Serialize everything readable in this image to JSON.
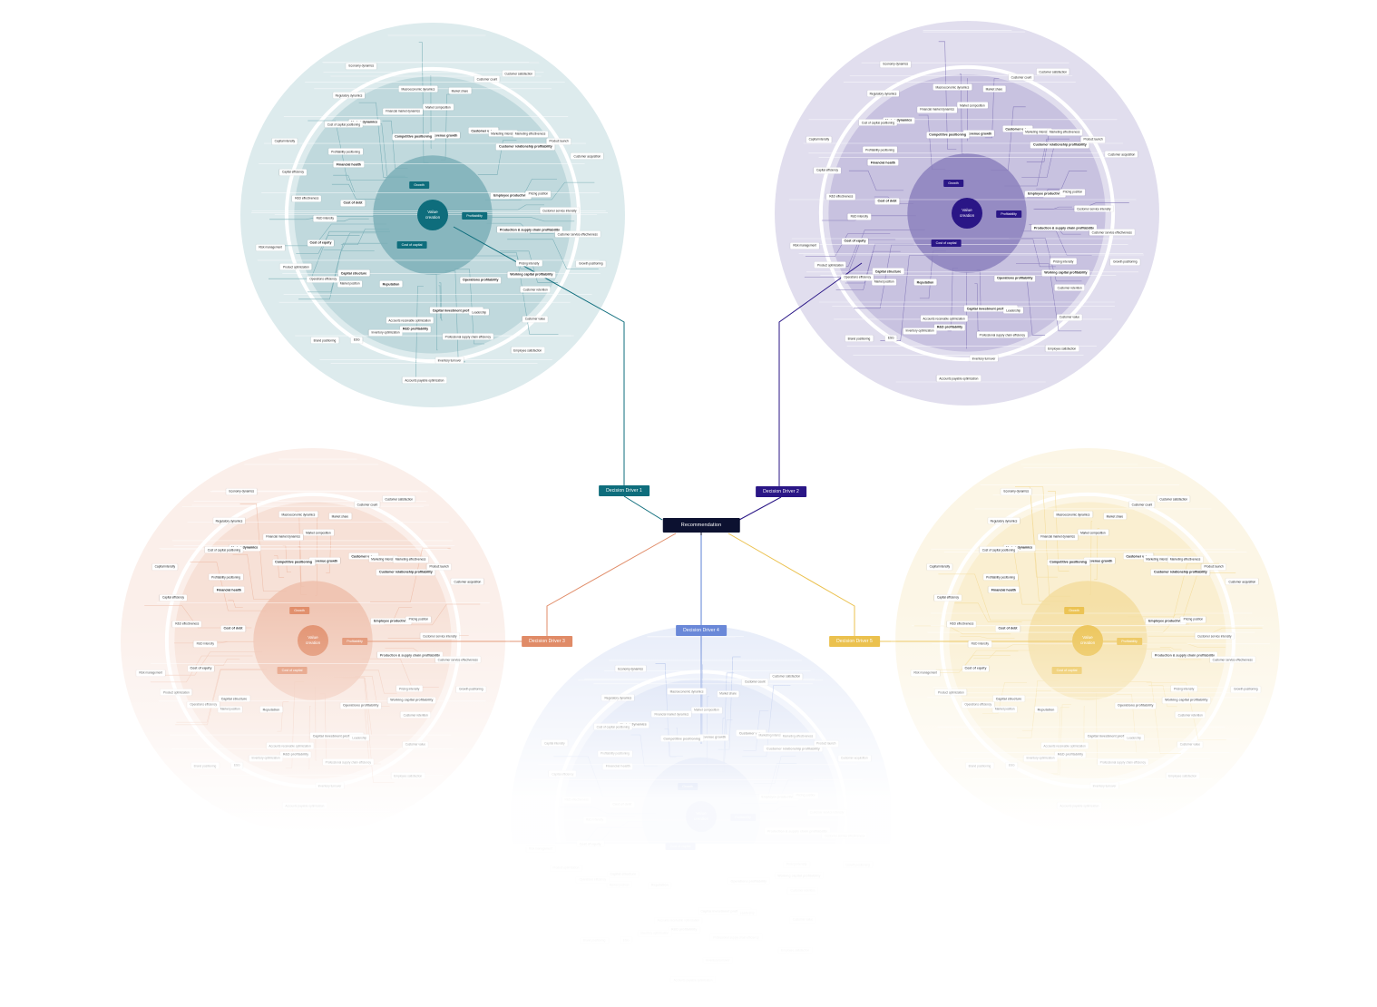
{
  "recommendation": "Recommendation",
  "drivers": [
    {
      "label": "Decision Driver 1",
      "color": "#0e6d7c"
    },
    {
      "label": "Decision Driver 2",
      "color": "#2a1686"
    },
    {
      "label": "Decision Driver 3",
      "color": "#e08b67"
    },
    {
      "label": "Decision Driver 4",
      "color": "#5e80d4"
    },
    {
      "label": "Decision Driver 5",
      "color": "#ebc14e"
    }
  ],
  "trees": [
    {
      "core": [
        "Value",
        "creation"
      ],
      "growth": "Growth",
      "profitability": "Profitability",
      "cost_of_capital": "Cost of capital",
      "color": "#0e6d7c"
    },
    {
      "core": [
        "Value",
        "creation"
      ],
      "growth": "Growth",
      "profitability": "Profitability",
      "cost_of_capital": "Cost of capital",
      "color": "#2a1686"
    },
    {
      "core": [
        "Value",
        "creation"
      ],
      "growth": "Growth",
      "profitability": "Profitability",
      "cost_of_capital": "Cost of capital",
      "color": "#e08b67"
    },
    {
      "core": [
        "Value",
        "creation"
      ],
      "growth": "Growth",
      "profitability": "Profitability",
      "cost_of_capital": "Cost of capital",
      "color": "#5e80d4"
    },
    {
      "core": [
        "Value",
        "creation"
      ],
      "growth": "Growth",
      "profitability": "Profitability",
      "cost_of_capital": "Cost of capital",
      "color": "#ebc14e"
    }
  ],
  "tree_labels": {
    "strong": [
      "Revenue growth",
      "Customer value",
      "Customer relationship profitability",
      "Employee productivity",
      "Production & supply chain profitability",
      "Working capital profitability",
      "Operations profitability",
      "Capital investment profitability",
      "R&D profitability",
      "Reputation",
      "Capital structure",
      "Cost of equity",
      "Cost of debt",
      "Financial health",
      "Market dynamics",
      "Competitive positioning"
    ],
    "normal": [
      "Market composition",
      "Market share",
      "Customer count",
      "Customer satisfaction",
      "Marketing intensity",
      "Marketing effectiveness",
      "Product launch",
      "Customer acquisition",
      "Pricing position",
      "Customer service intensity",
      "Customer service effectiveness",
      "Growth positioning",
      "Pricing intensity",
      "Customer retention",
      "Customer value",
      "Employee satisfaction",
      "Leadership",
      "Professional supply chain efficiency",
      "Inventory turnover",
      "Accounts payable optimization",
      "Accounts receivable optimization",
      "Inventory optimization",
      "ESG",
      "Brand positioning",
      "Market position",
      "Operations efficiency",
      "Product optimization",
      "Risk management",
      "R&D intensity",
      "R&D effectiveness",
      "Capital efficiency",
      "Capital intensity",
      "Profitability positioning",
      "Cost of capital positioning",
      "Regulatory dynamics",
      "Economy dynamics",
      "Financial market dynamics",
      "Macroeconomic dynamics"
    ]
  }
}
